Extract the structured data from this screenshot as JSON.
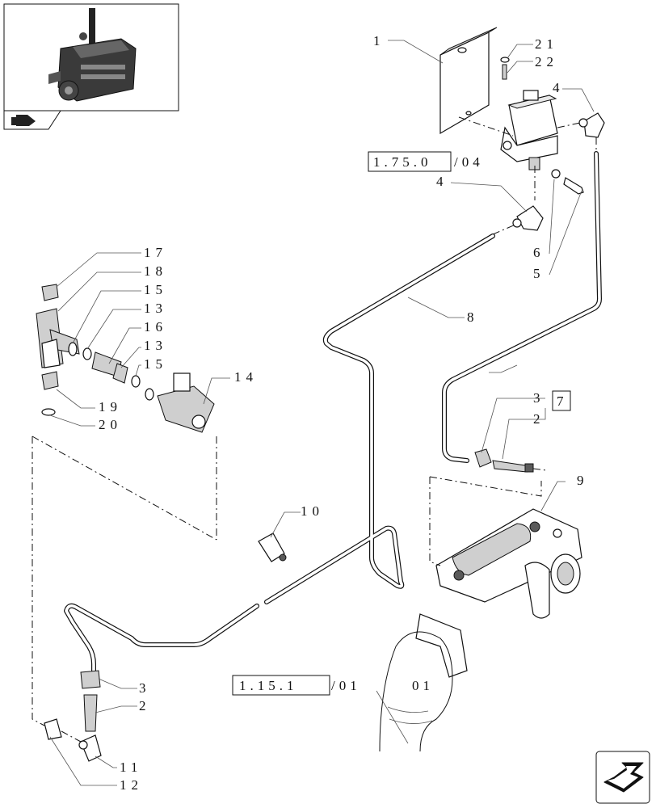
{
  "callouts": {
    "c1": "1",
    "c21": "21",
    "c22": "22",
    "c4a": "4",
    "c4b": "4",
    "c6": "6",
    "c5": "5",
    "c8": "8",
    "c17": "17",
    "c18": "18",
    "c15a": "15",
    "c13a": "13",
    "c16": "16",
    "c13b": "13",
    "c15b": "15",
    "c14": "14",
    "c19": "19",
    "c20": "20",
    "c3a": "3",
    "c2a": "2",
    "c7": "7",
    "c9": "9",
    "c10": "10",
    "c3b": "3",
    "c2b": "2",
    "c11": "11",
    "c12": "12"
  },
  "references": {
    "ref_valve": {
      "prefix": "1.75.0",
      "suffix": "/04"
    },
    "ref_exhaust": {
      "prefix": "1.15.1",
      "suffix": "/01",
      "extra": "01"
    }
  },
  "icons": {
    "thumbnail": "engine-thumbnail-icon",
    "thumbnail_tag": "hand-pointer-icon",
    "nav": "next-page-arrow-icon"
  }
}
